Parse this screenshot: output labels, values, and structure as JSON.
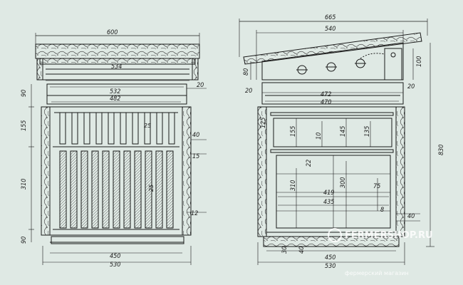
{
  "front_view": {
    "dim_600": "600",
    "dim_534": "534",
    "dim_532": "532",
    "dim_482": "482",
    "dim_90_top": "90",
    "dim_20_top": "20",
    "dim_155": "155",
    "dim_25_a": "25",
    "dim_40": "40",
    "dim_15": "15",
    "dim_310": "310",
    "dim_25_b": "25",
    "dim_12": "12",
    "dim_90_bottom": "90",
    "dim_450": "450",
    "dim_530": "530"
  },
  "side_view": {
    "dim_665": "665",
    "dim_540": "540",
    "dim_100": "100",
    "dim_80": "80",
    "dim_20_a": "20",
    "dim_20_b": "20",
    "dim_472": "472",
    "dim_470": "470",
    "dim_830": "830",
    "dim_125": "125",
    "dim_155": "155",
    "dim_10": "10",
    "dim_145": "145",
    "dim_135": "135",
    "dim_22": "22",
    "dim_310": "310",
    "dim_300": "300",
    "dim_419": "419",
    "dim_435": "435",
    "dim_75": "75",
    "dim_8": "8",
    "dim_40": "40",
    "dim_30": "30",
    "dim_40_b": "40",
    "dim_450": "450",
    "dim_530": "530"
  },
  "watermark": {
    "site": "FERMERSHOP.RU",
    "tagline": "фермерский магазин"
  },
  "colors": {
    "background": "#dfe9e4",
    "ink": "#1a1a1a"
  }
}
